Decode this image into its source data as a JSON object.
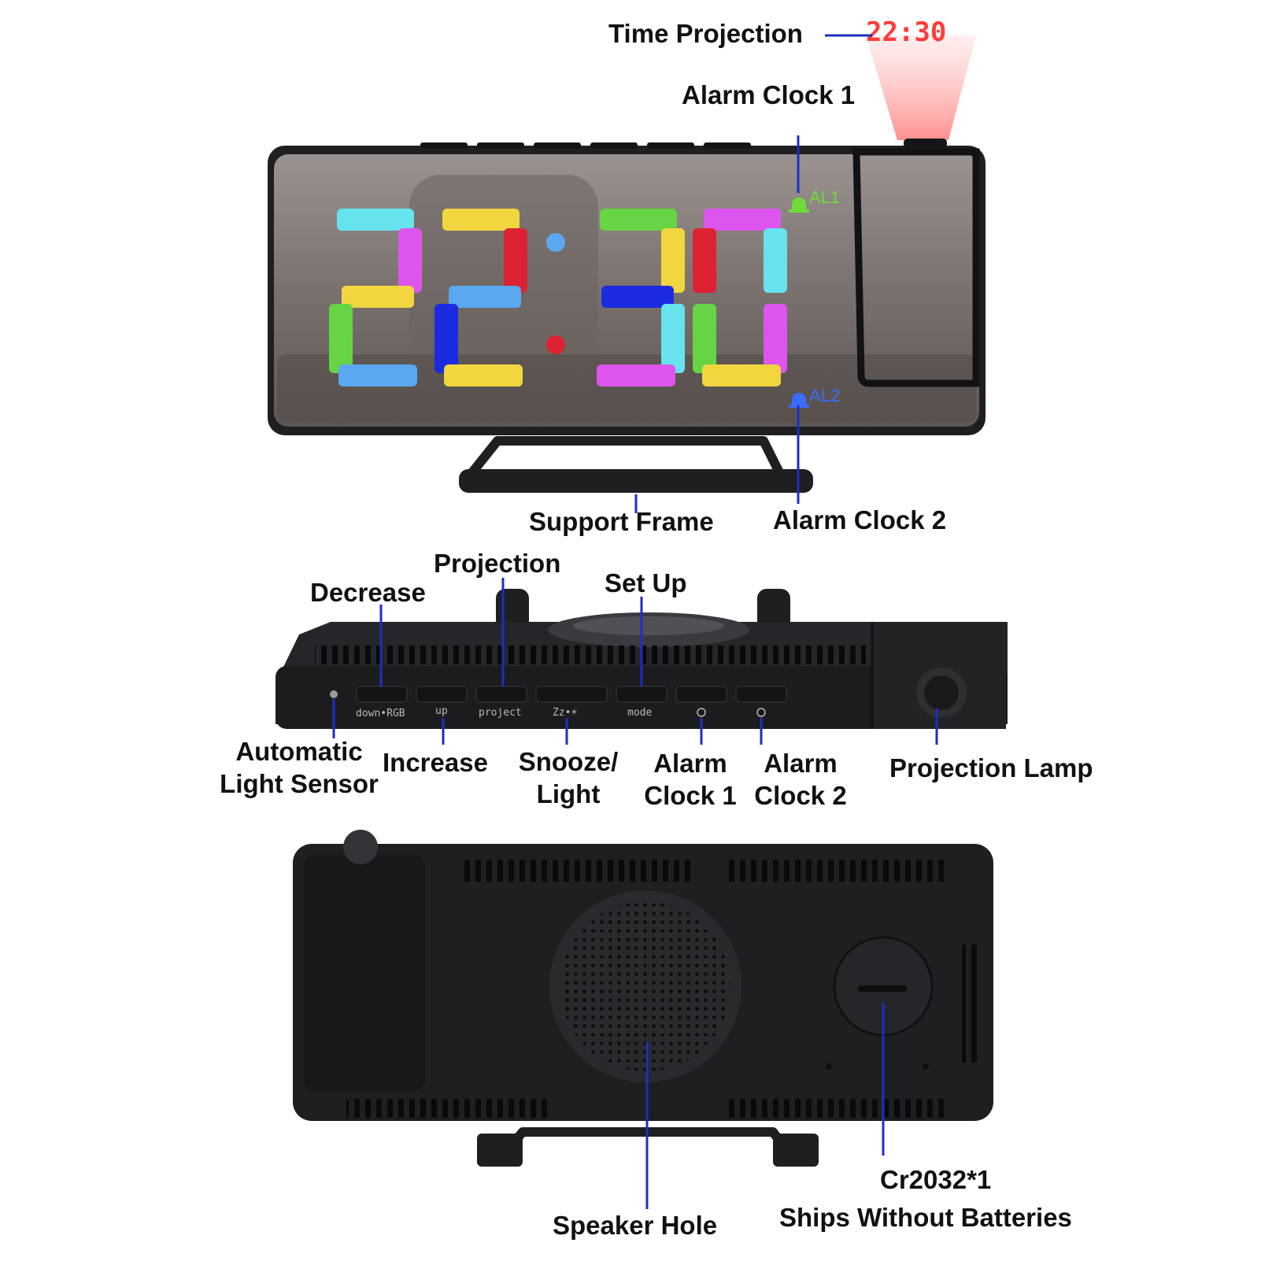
{
  "labels": {
    "time_projection": "Time Projection",
    "alarm_clock_1_top": "Alarm Clock 1",
    "support_frame": "Support Frame",
    "alarm_clock_2_top": "Alarm Clock 2",
    "decrease": "Decrease",
    "projection": "Projection",
    "set_up": "Set Up",
    "automatic_light_sensor_l1": "Automatic",
    "automatic_light_sensor_l2": "Light Sensor",
    "increase": "Increase",
    "snooze_l1": "Snooze/",
    "snooze_l2": "Light",
    "alarm1_l1": "Alarm",
    "alarm1_l2": "Clock 1",
    "alarm2_l1": "Alarm",
    "alarm2_l2": "Clock 2",
    "projection_lamp": "Projection Lamp",
    "speaker_hole": "Speaker Hole",
    "battery": "Cr2032*1",
    "ships_without": "Ships Without Batteries"
  },
  "display": {
    "time": "22:30",
    "projected_time": "22:30",
    "al1": "AL1",
    "al2": "AL2"
  },
  "buttons": {
    "down_rgb": "down•RGB",
    "up": "up",
    "project": "project",
    "snooze": "Zz•☀",
    "mode": "mode"
  },
  "colors": {
    "pointer_line": "#1c2fc4",
    "projection_red": "#ff3b3b",
    "al1_green": "#6fdc3a",
    "al2_blue": "#3a6cff",
    "device_body": "#1f1f22"
  },
  "icons": [
    "bell-icon",
    "alarm-1-icon",
    "alarm-2-icon",
    "sun-icon"
  ]
}
